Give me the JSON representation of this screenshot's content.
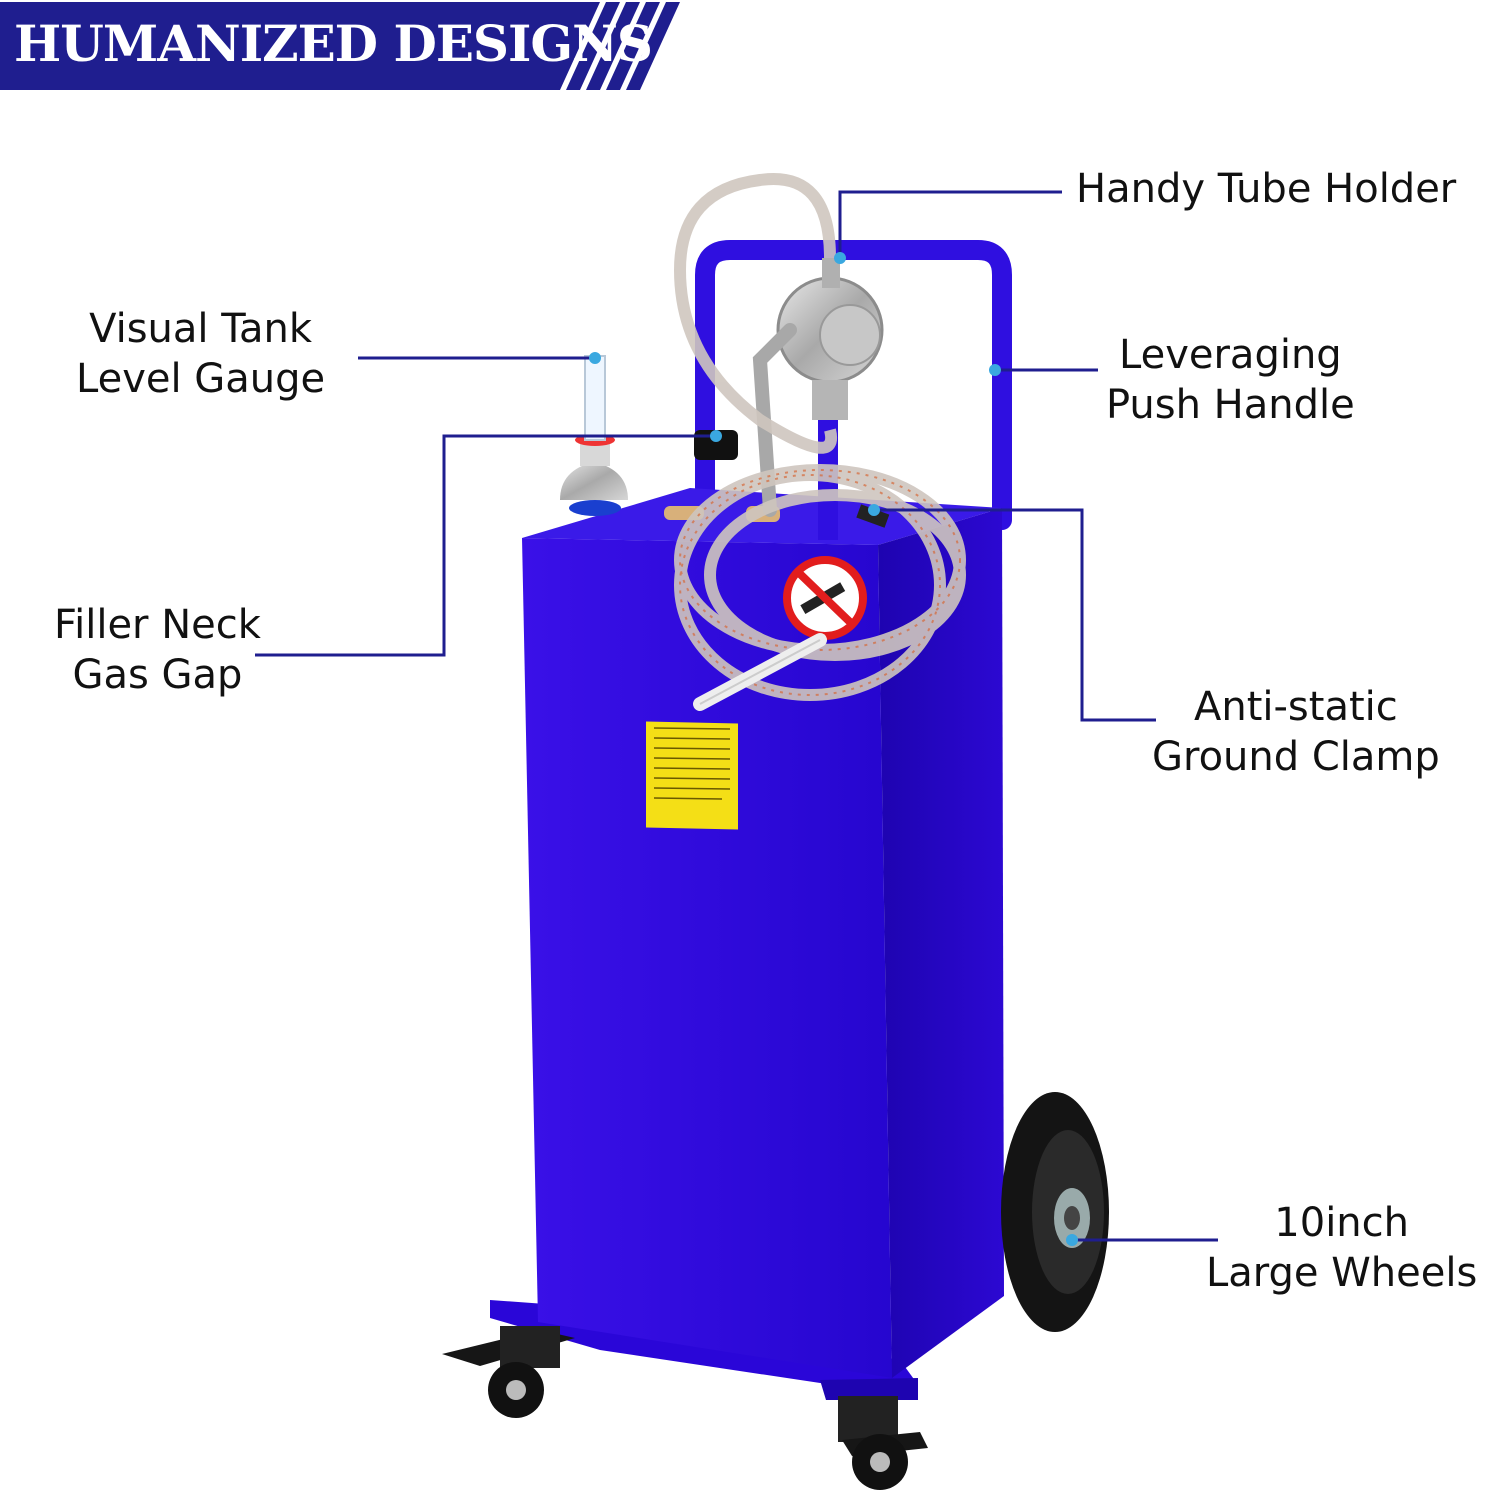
{
  "banner": {
    "title": "HUMANIZED DESIGNS"
  },
  "labels": {
    "tube_holder": [
      "Handy Tube Holder"
    ],
    "push_handle": [
      "Leveraging",
      "Push Handle"
    ],
    "tank_gauge": [
      "Visual Tank",
      "Level Gauge"
    ],
    "filler_neck": [
      "Filler Neck",
      "Gas Gap"
    ],
    "ground_clamp": [
      "Anti-static",
      "Ground Clamp"
    ],
    "wheels": [
      "10inch",
      "Large Wheels"
    ]
  },
  "colors": {
    "banner": "#1f1e8f",
    "tank": "#2a06d8",
    "callout_line": "#1f1e8f",
    "callout_dot": "#3aa8e0"
  }
}
